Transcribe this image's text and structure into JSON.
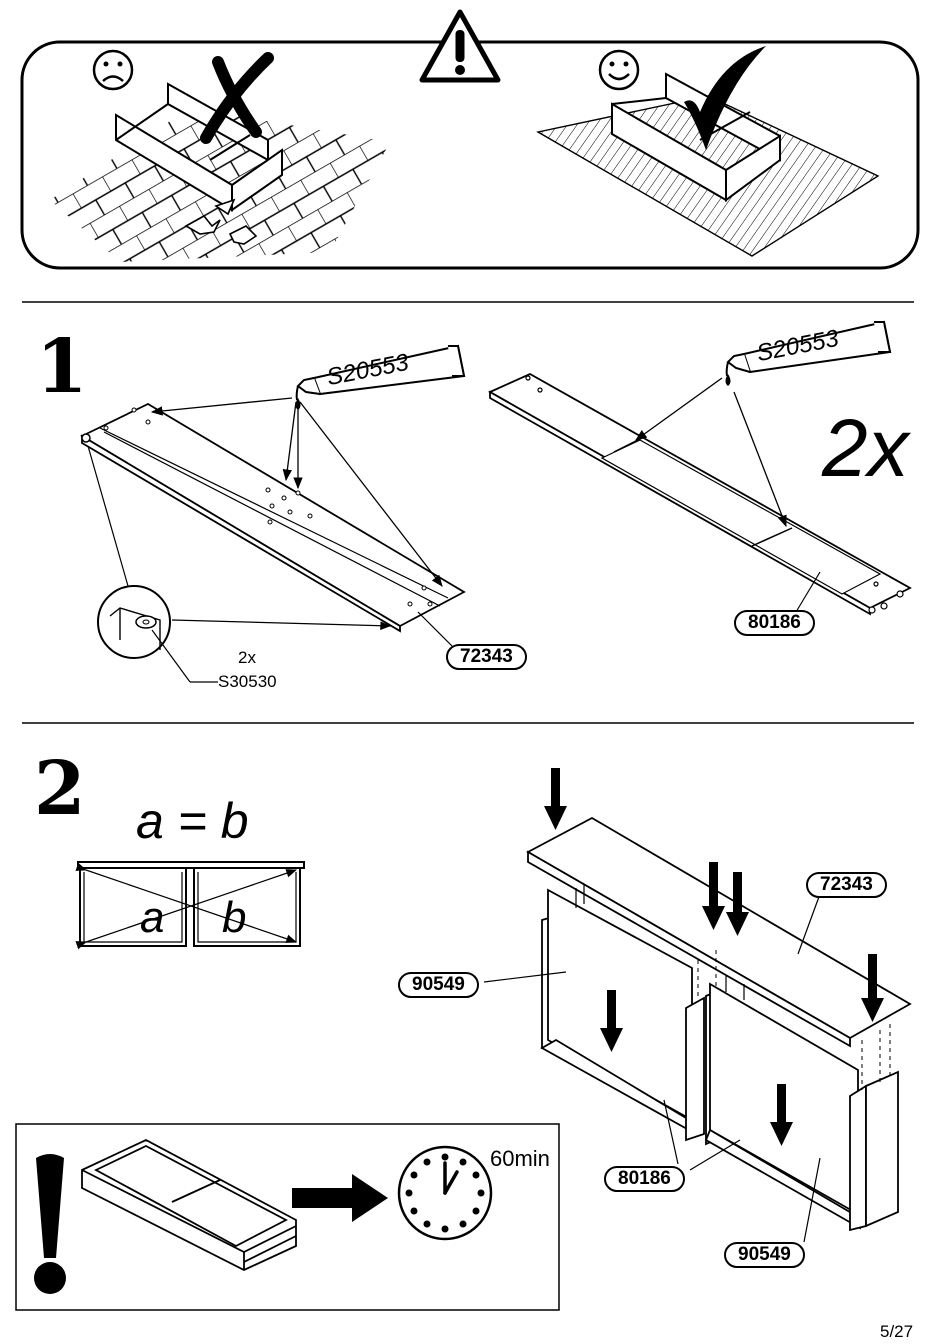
{
  "warning": {
    "bad_icon": "sad-face-icon",
    "good_icon": "happy-face-icon",
    "bad_mark": "cross-icon",
    "good_mark": "check-icon",
    "alert_icon": "warning-triangle-icon"
  },
  "step1": {
    "number": "1",
    "glue_code_left": "S20553",
    "glue_code_right": "S20553",
    "repeat": "2x",
    "detail_qty": "2x",
    "detail_part": "S30530",
    "part_board": "72343",
    "part_rail": "80186"
  },
  "step2": {
    "number": "2",
    "equation": "a = b",
    "diag_a": "a",
    "diag_b": "b",
    "part_top": "72343",
    "part_side_left": "90549",
    "part_rail": "80186",
    "part_side_right": "90549",
    "wait_time": "60min"
  },
  "footer": {
    "page": "5/27"
  }
}
